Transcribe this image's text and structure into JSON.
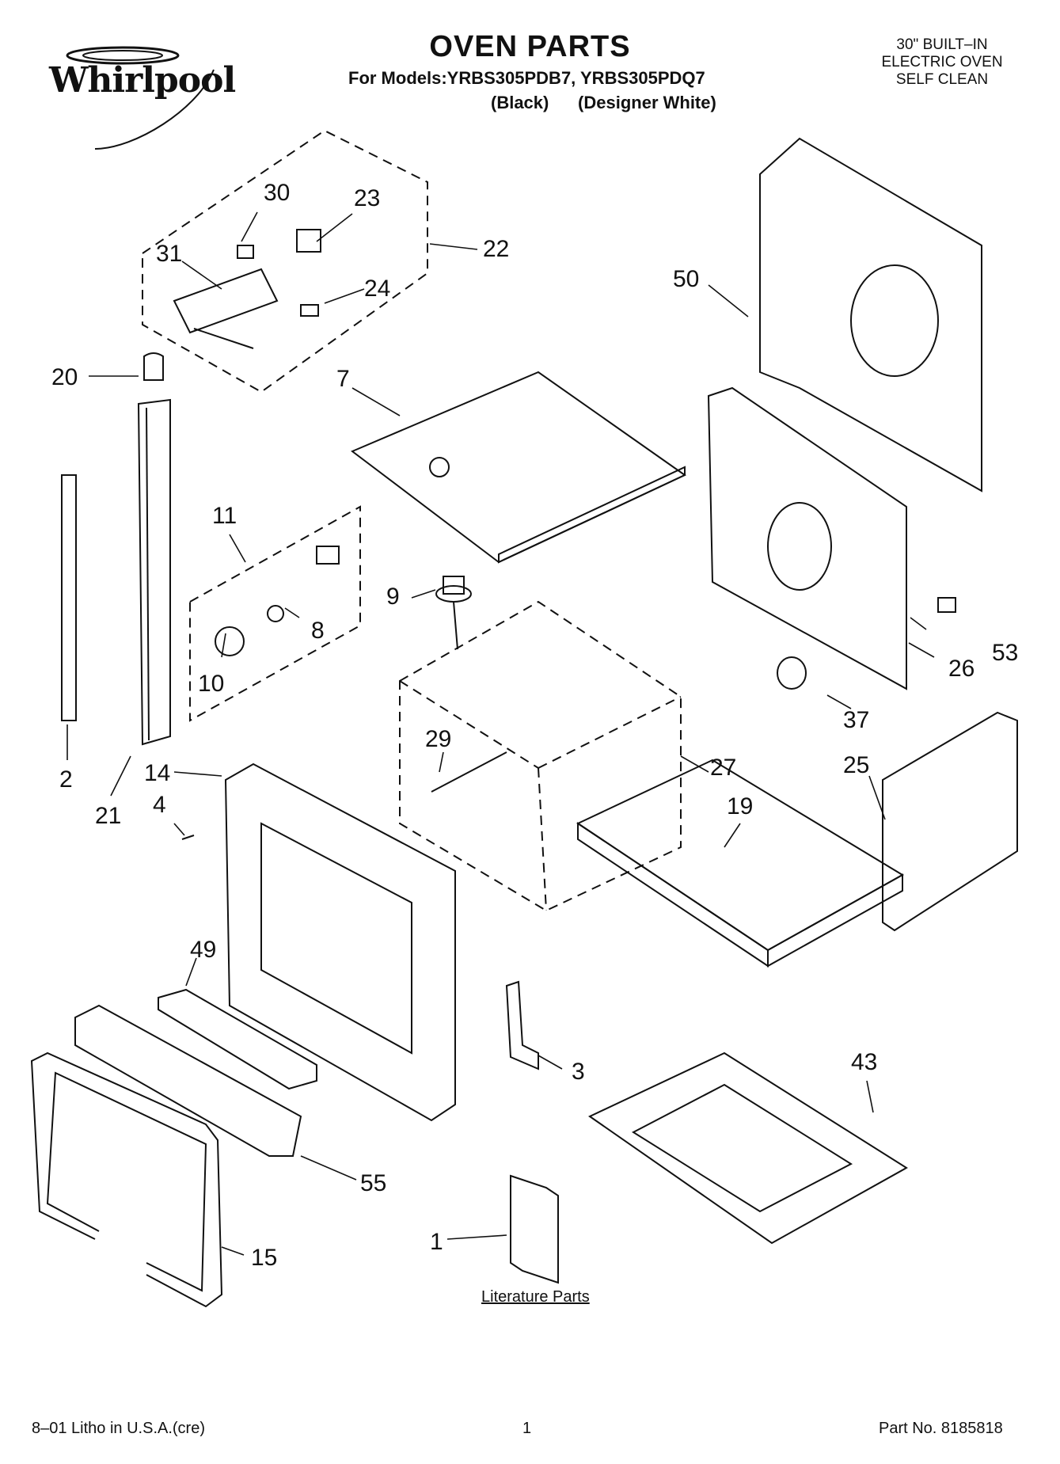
{
  "brand": "Whirlpool",
  "header": {
    "title": "OVEN PARTS",
    "models": "For Models:YRBS305PDB7, YRBS305PDQ7",
    "colors": "(Black)      (Designer White)",
    "product_lines": [
      "30\" BUILT–IN",
      "ELECTRIC OVEN",
      "SELF CLEAN"
    ]
  },
  "callouts": {
    "c1": "1",
    "c2": "2",
    "c3": "3",
    "c4": "4",
    "c7": "7",
    "c8": "8",
    "c9": "9",
    "c10": "10",
    "c11": "11",
    "c14": "14",
    "c15": "15",
    "c19": "19",
    "c20": "20",
    "c21": "21",
    "c22": "22",
    "c23": "23",
    "c24": "24",
    "c25": "25",
    "c26": "26",
    "c27": "27",
    "c29": "29",
    "c30": "30",
    "c31": "31",
    "c37": "37",
    "c43": "43",
    "c49": "49",
    "c50": "50",
    "c53": "53",
    "c55": "55"
  },
  "literature_label": "Literature Parts",
  "footer": {
    "litho": "8–01 Litho in U.S.A.(cre)",
    "page": "1",
    "part_no": "Part No. 8185818"
  }
}
